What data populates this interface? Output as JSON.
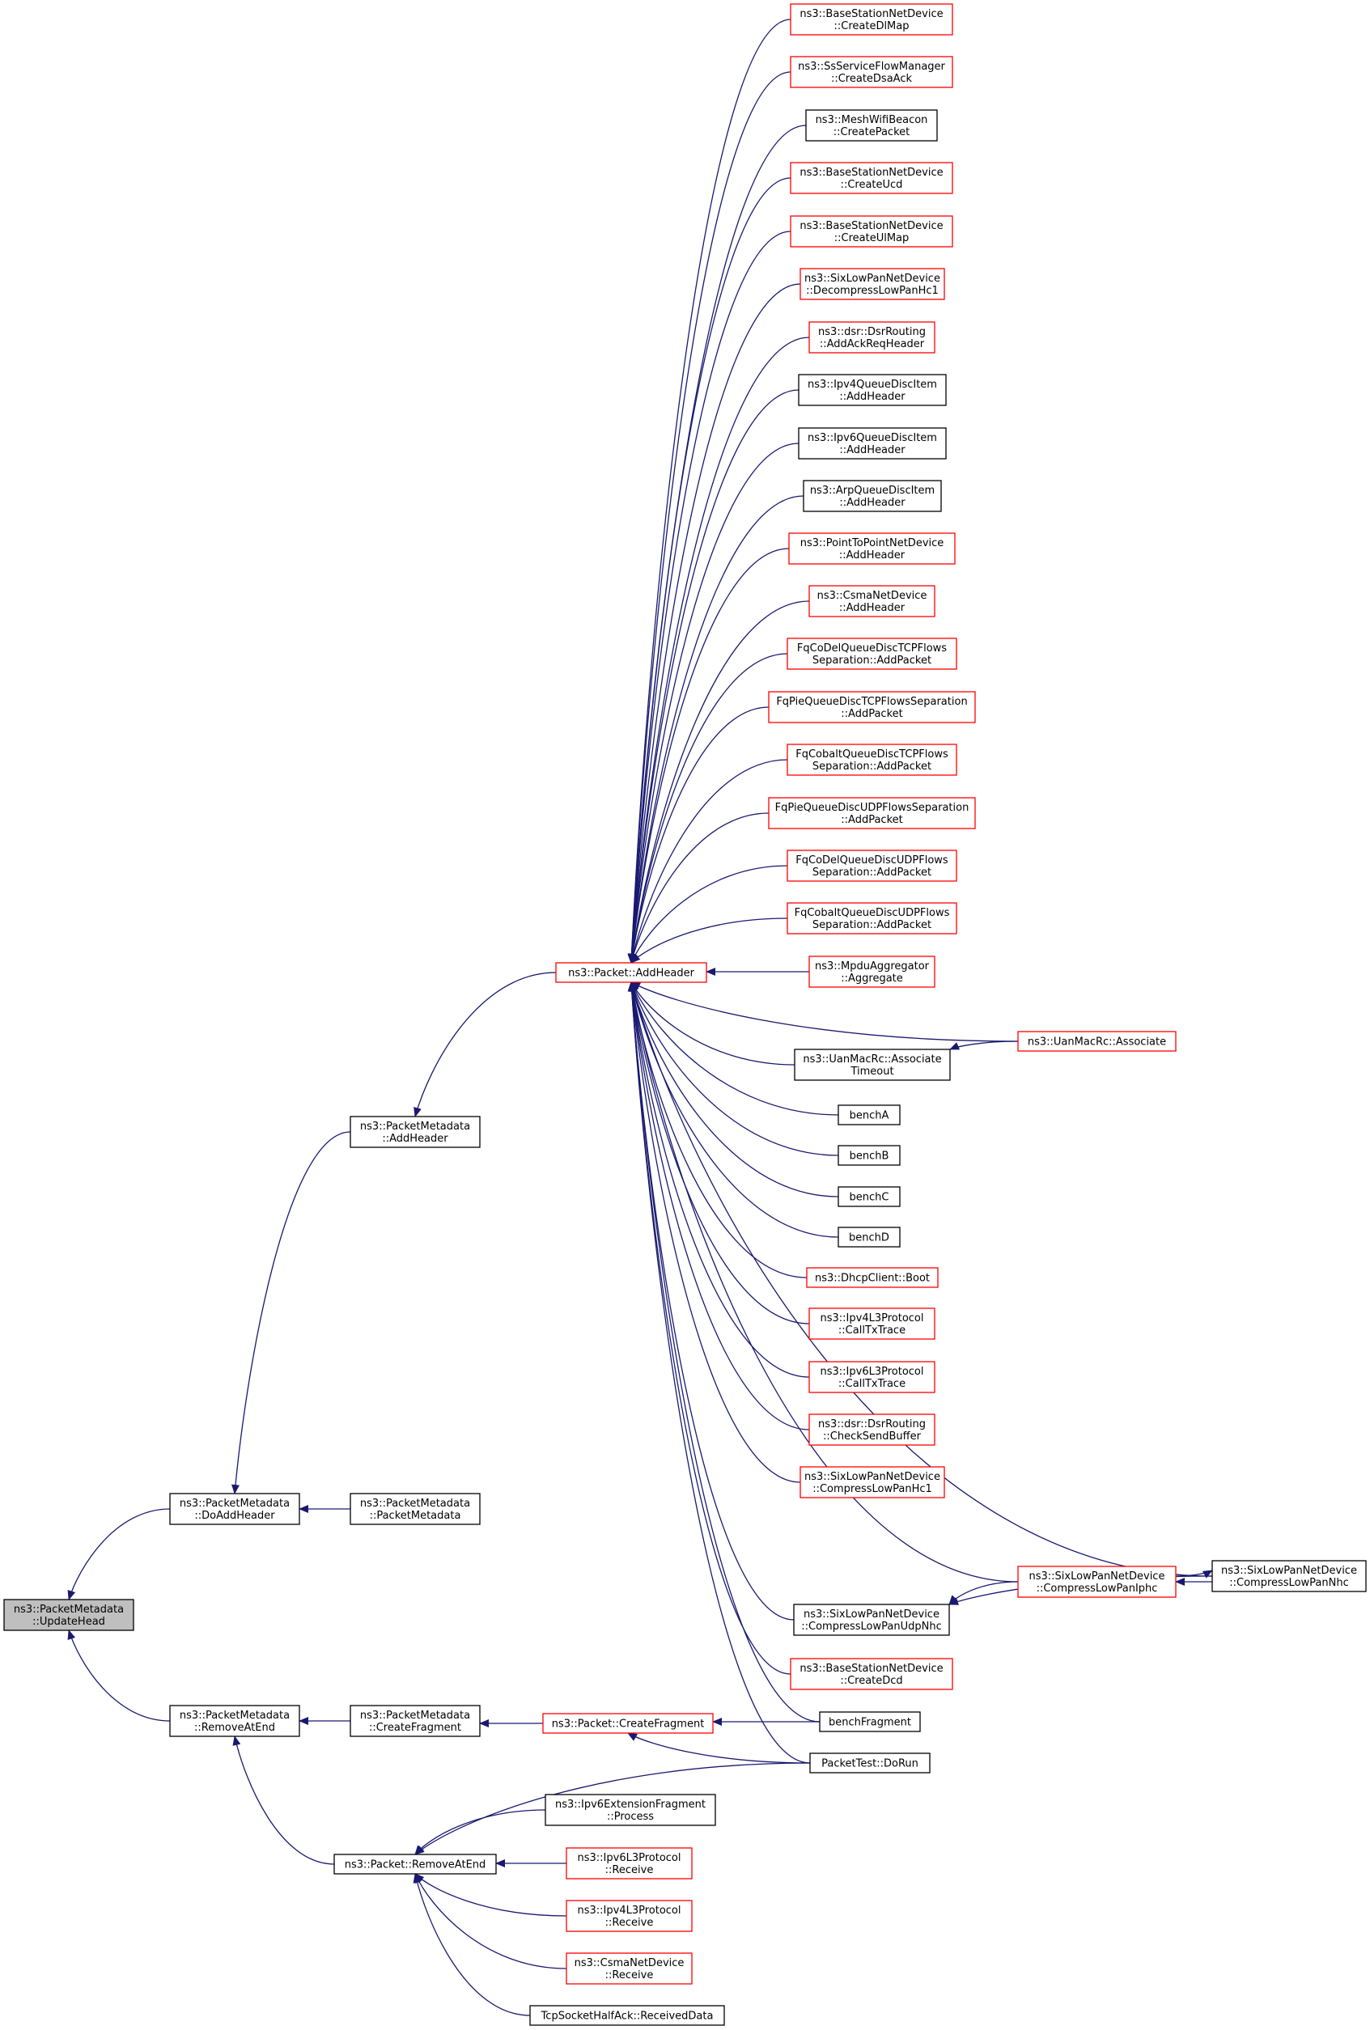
{
  "colors": {
    "edge": "#191970",
    "node_border_documented": "#000000",
    "node_border_truncated": "#ff0000",
    "node_fill": "#ffffff",
    "node_fill_focus": "#bfbfbf"
  },
  "nodes": [
    {
      "id": "update_head",
      "lines": [
        "ns3::PacketMetadata",
        "::UpdateHead"
      ],
      "style": "focus"
    },
    {
      "id": "do_add_header",
      "lines": [
        "ns3::PacketMetadata",
        "::DoAddHeader"
      ],
      "style": "black"
    },
    {
      "id": "remove_at_end_md",
      "lines": [
        "ns3::PacketMetadata",
        "::RemoveAtEnd"
      ],
      "style": "black"
    },
    {
      "id": "pm_add_header",
      "lines": [
        "ns3::PacketMetadata",
        "::AddHeader"
      ],
      "style": "black"
    },
    {
      "id": "pm_packet_metadata",
      "lines": [
        "ns3::PacketMetadata",
        "::PacketMetadata"
      ],
      "style": "black"
    },
    {
      "id": "pm_create_fragment",
      "lines": [
        "ns3::PacketMetadata",
        "::CreateFragment"
      ],
      "style": "black"
    },
    {
      "id": "packet_remove_at_end",
      "lines": [
        "ns3::Packet::RemoveAtEnd"
      ],
      "style": "black"
    },
    {
      "id": "packet_add_header",
      "lines": [
        "ns3::Packet::AddHeader"
      ],
      "style": "red"
    },
    {
      "id": "packet_create_fragment",
      "lines": [
        "ns3::Packet::CreateFragment"
      ],
      "style": "red"
    },
    {
      "id": "create_dl_map",
      "lines": [
        "ns3::BaseStationNetDevice",
        "::CreateDlMap"
      ],
      "style": "red"
    },
    {
      "id": "create_dsa_ack",
      "lines": [
        "ns3::SsServiceFlowManager",
        "::CreateDsaAck"
      ],
      "style": "red"
    },
    {
      "id": "create_packet",
      "lines": [
        "ns3::MeshWifiBeacon",
        "::CreatePacket"
      ],
      "style": "black"
    },
    {
      "id": "create_ucd",
      "lines": [
        "ns3::BaseStationNetDevice",
        "::CreateUcd"
      ],
      "style": "red"
    },
    {
      "id": "create_ul_map",
      "lines": [
        "ns3::BaseStationNetDevice",
        "::CreateUlMap"
      ],
      "style": "red"
    },
    {
      "id": "decompress_hc1",
      "lines": [
        "ns3::SixLowPanNetDevice",
        "::DecompressLowPanHc1"
      ],
      "style": "red"
    },
    {
      "id": "add_ack_req",
      "lines": [
        "ns3::dsr::DsrRouting",
        "::AddAckReqHeader"
      ],
      "style": "red"
    },
    {
      "id": "ipv4_qdi",
      "lines": [
        "ns3::Ipv4QueueDiscItem",
        "::AddHeader"
      ],
      "style": "black"
    },
    {
      "id": "ipv6_qdi",
      "lines": [
        "ns3::Ipv6QueueDiscItem",
        "::AddHeader"
      ],
      "style": "black"
    },
    {
      "id": "arp_qdi",
      "lines": [
        "ns3::ArpQueueDiscItem",
        "::AddHeader"
      ],
      "style": "black"
    },
    {
      "id": "p2p_add_header",
      "lines": [
        "ns3::PointToPointNetDevice",
        "::AddHeader"
      ],
      "style": "red"
    },
    {
      "id": "csma_add_header",
      "lines": [
        "ns3::CsmaNetDevice",
        "::AddHeader"
      ],
      "style": "red"
    },
    {
      "id": "fq_codel_tcp",
      "lines": [
        "FqCoDelQueueDiscTCPFlows",
        "Separation::AddPacket"
      ],
      "style": "red"
    },
    {
      "id": "fq_pie_tcp",
      "lines": [
        "FqPieQueueDiscTCPFlowsSeparation",
        "::AddPacket"
      ],
      "style": "red"
    },
    {
      "id": "fq_cobalt_tcp",
      "lines": [
        "FqCobaltQueueDiscTCPFlows",
        "Separation::AddPacket"
      ],
      "style": "red"
    },
    {
      "id": "fq_pie_udp",
      "lines": [
        "FqPieQueueDiscUDPFlowsSeparation",
        "::AddPacket"
      ],
      "style": "red"
    },
    {
      "id": "fq_codel_udp",
      "lines": [
        "FqCoDelQueueDiscUDPFlows",
        "Separation::AddPacket"
      ],
      "style": "red"
    },
    {
      "id": "fq_cobalt_udp",
      "lines": [
        "FqCobaltQueueDiscUDPFlows",
        "Separation::AddPacket"
      ],
      "style": "red"
    },
    {
      "id": "mpdu_aggregate",
      "lines": [
        "ns3::MpduAggregator",
        "::Aggregate"
      ],
      "style": "red"
    },
    {
      "id": "uan_associate",
      "lines": [
        "ns3::UanMacRc::Associate"
      ],
      "style": "red"
    },
    {
      "id": "uan_associate_timeout",
      "lines": [
        "ns3::UanMacRc::Associate",
        "Timeout"
      ],
      "style": "black"
    },
    {
      "id": "bench_a",
      "lines": [
        "benchA"
      ],
      "style": "black"
    },
    {
      "id": "bench_b",
      "lines": [
        "benchB"
      ],
      "style": "black"
    },
    {
      "id": "bench_c",
      "lines": [
        "benchC"
      ],
      "style": "black"
    },
    {
      "id": "bench_d",
      "lines": [
        "benchD"
      ],
      "style": "black"
    },
    {
      "id": "dhcp_boot",
      "lines": [
        "ns3::DhcpClient::Boot"
      ],
      "style": "red"
    },
    {
      "id": "ipv4_calltx",
      "lines": [
        "ns3::Ipv4L3Protocol",
        "::CallTxTrace"
      ],
      "style": "red"
    },
    {
      "id": "ipv6_calltx",
      "lines": [
        "ns3::Ipv6L3Protocol",
        "::CallTxTrace"
      ],
      "style": "red"
    },
    {
      "id": "dsr_check_send",
      "lines": [
        "ns3::dsr::DsrRouting",
        "::CheckSendBuffer"
      ],
      "style": "red"
    },
    {
      "id": "compress_hc1",
      "lines": [
        "ns3::SixLowPanNetDevice",
        "::CompressLowPanHc1"
      ],
      "style": "red"
    },
    {
      "id": "compress_iphc",
      "lines": [
        "ns3::SixLowPanNetDevice",
        "::CompressLowPanIphc"
      ],
      "style": "red"
    },
    {
      "id": "compress_nhc",
      "lines": [
        "ns3::SixLowPanNetDevice",
        "::CompressLowPanNhc"
      ],
      "style": "black"
    },
    {
      "id": "compress_udp_nhc",
      "lines": [
        "ns3::SixLowPanNetDevice",
        "::CompressLowPanUdpNhc"
      ],
      "style": "black"
    },
    {
      "id": "create_dcd",
      "lines": [
        "ns3::BaseStationNetDevice",
        "::CreateDcd"
      ],
      "style": "red"
    },
    {
      "id": "bench_fragment",
      "lines": [
        "benchFragment"
      ],
      "style": "black"
    },
    {
      "id": "packet_test_dorun",
      "lines": [
        "PacketTest::DoRun"
      ],
      "style": "black"
    },
    {
      "id": "ipv6_ext_frag",
      "lines": [
        "ns3::Ipv6ExtensionFragment",
        "::Process"
      ],
      "style": "black"
    },
    {
      "id": "ipv6_receive",
      "lines": [
        "ns3::Ipv6L3Protocol",
        "::Receive"
      ],
      "style": "red"
    },
    {
      "id": "ipv4_receive",
      "lines": [
        "ns3::Ipv4L3Protocol",
        "::Receive"
      ],
      "style": "red"
    },
    {
      "id": "csma_receive",
      "lines": [
        "ns3::CsmaNetDevice",
        "::Receive"
      ],
      "style": "red"
    },
    {
      "id": "tcp_half_ack",
      "lines": [
        "TcpSocketHalfAck::ReceivedData"
      ],
      "style": "black"
    }
  ],
  "edges": [
    [
      "do_add_header",
      "update_head"
    ],
    [
      "remove_at_end_md",
      "update_head"
    ],
    [
      "pm_add_header",
      "do_add_header"
    ],
    [
      "pm_packet_metadata",
      "do_add_header"
    ],
    [
      "pm_create_fragment",
      "remove_at_end_md"
    ],
    [
      "packet_remove_at_end",
      "remove_at_end_md"
    ],
    [
      "packet_add_header",
      "pm_add_header"
    ],
    [
      "packet_create_fragment",
      "pm_create_fragment"
    ],
    [
      "create_dl_map",
      "packet_add_header"
    ],
    [
      "create_dsa_ack",
      "packet_add_header"
    ],
    [
      "create_packet",
      "packet_add_header"
    ],
    [
      "create_ucd",
      "packet_add_header"
    ],
    [
      "create_ul_map",
      "packet_add_header"
    ],
    [
      "decompress_hc1",
      "packet_add_header"
    ],
    [
      "add_ack_req",
      "packet_add_header"
    ],
    [
      "ipv4_qdi",
      "packet_add_header"
    ],
    [
      "ipv6_qdi",
      "packet_add_header"
    ],
    [
      "arp_qdi",
      "packet_add_header"
    ],
    [
      "p2p_add_header",
      "packet_add_header"
    ],
    [
      "csma_add_header",
      "packet_add_header"
    ],
    [
      "fq_codel_tcp",
      "packet_add_header"
    ],
    [
      "fq_pie_tcp",
      "packet_add_header"
    ],
    [
      "fq_cobalt_tcp",
      "packet_add_header"
    ],
    [
      "fq_pie_udp",
      "packet_add_header"
    ],
    [
      "fq_codel_udp",
      "packet_add_header"
    ],
    [
      "fq_cobalt_udp",
      "packet_add_header"
    ],
    [
      "mpdu_aggregate",
      "packet_add_header"
    ],
    [
      "uan_associate",
      "packet_add_header"
    ],
    [
      "uan_associate_timeout",
      "packet_add_header"
    ],
    [
      "bench_a",
      "packet_add_header"
    ],
    [
      "bench_b",
      "packet_add_header"
    ],
    [
      "bench_c",
      "packet_add_header"
    ],
    [
      "bench_d",
      "packet_add_header"
    ],
    [
      "dhcp_boot",
      "packet_add_header"
    ],
    [
      "ipv4_calltx",
      "packet_add_header"
    ],
    [
      "ipv6_calltx",
      "packet_add_header"
    ],
    [
      "dsr_check_send",
      "packet_add_header"
    ],
    [
      "compress_hc1",
      "packet_add_header"
    ],
    [
      "compress_nhc",
      "packet_add_header"
    ],
    [
      "compress_iphc",
      "packet_add_header"
    ],
    [
      "compress_udp_nhc",
      "packet_add_header"
    ],
    [
      "create_dcd",
      "packet_add_header"
    ],
    [
      "bench_fragment",
      "packet_add_header"
    ],
    [
      "packet_test_dorun",
      "packet_add_header"
    ],
    [
      "uan_associate",
      "uan_associate_timeout"
    ],
    [
      "compress_nhc",
      "compress_iphc"
    ],
    [
      "compress_iphc",
      "compress_nhc"
    ],
    [
      "compress_iphc",
      "compress_udp_nhc"
    ],
    [
      "compress_nhc",
      "compress_udp_nhc"
    ],
    [
      "bench_fragment",
      "packet_create_fragment"
    ],
    [
      "packet_test_dorun",
      "packet_create_fragment"
    ],
    [
      "packet_test_dorun",
      "packet_remove_at_end"
    ],
    [
      "ipv6_ext_frag",
      "packet_remove_at_end"
    ],
    [
      "ipv6_receive",
      "packet_remove_at_end"
    ],
    [
      "ipv4_receive",
      "packet_remove_at_end"
    ],
    [
      "csma_receive",
      "packet_remove_at_end"
    ],
    [
      "tcp_half_ack",
      "packet_remove_at_end"
    ]
  ]
}
